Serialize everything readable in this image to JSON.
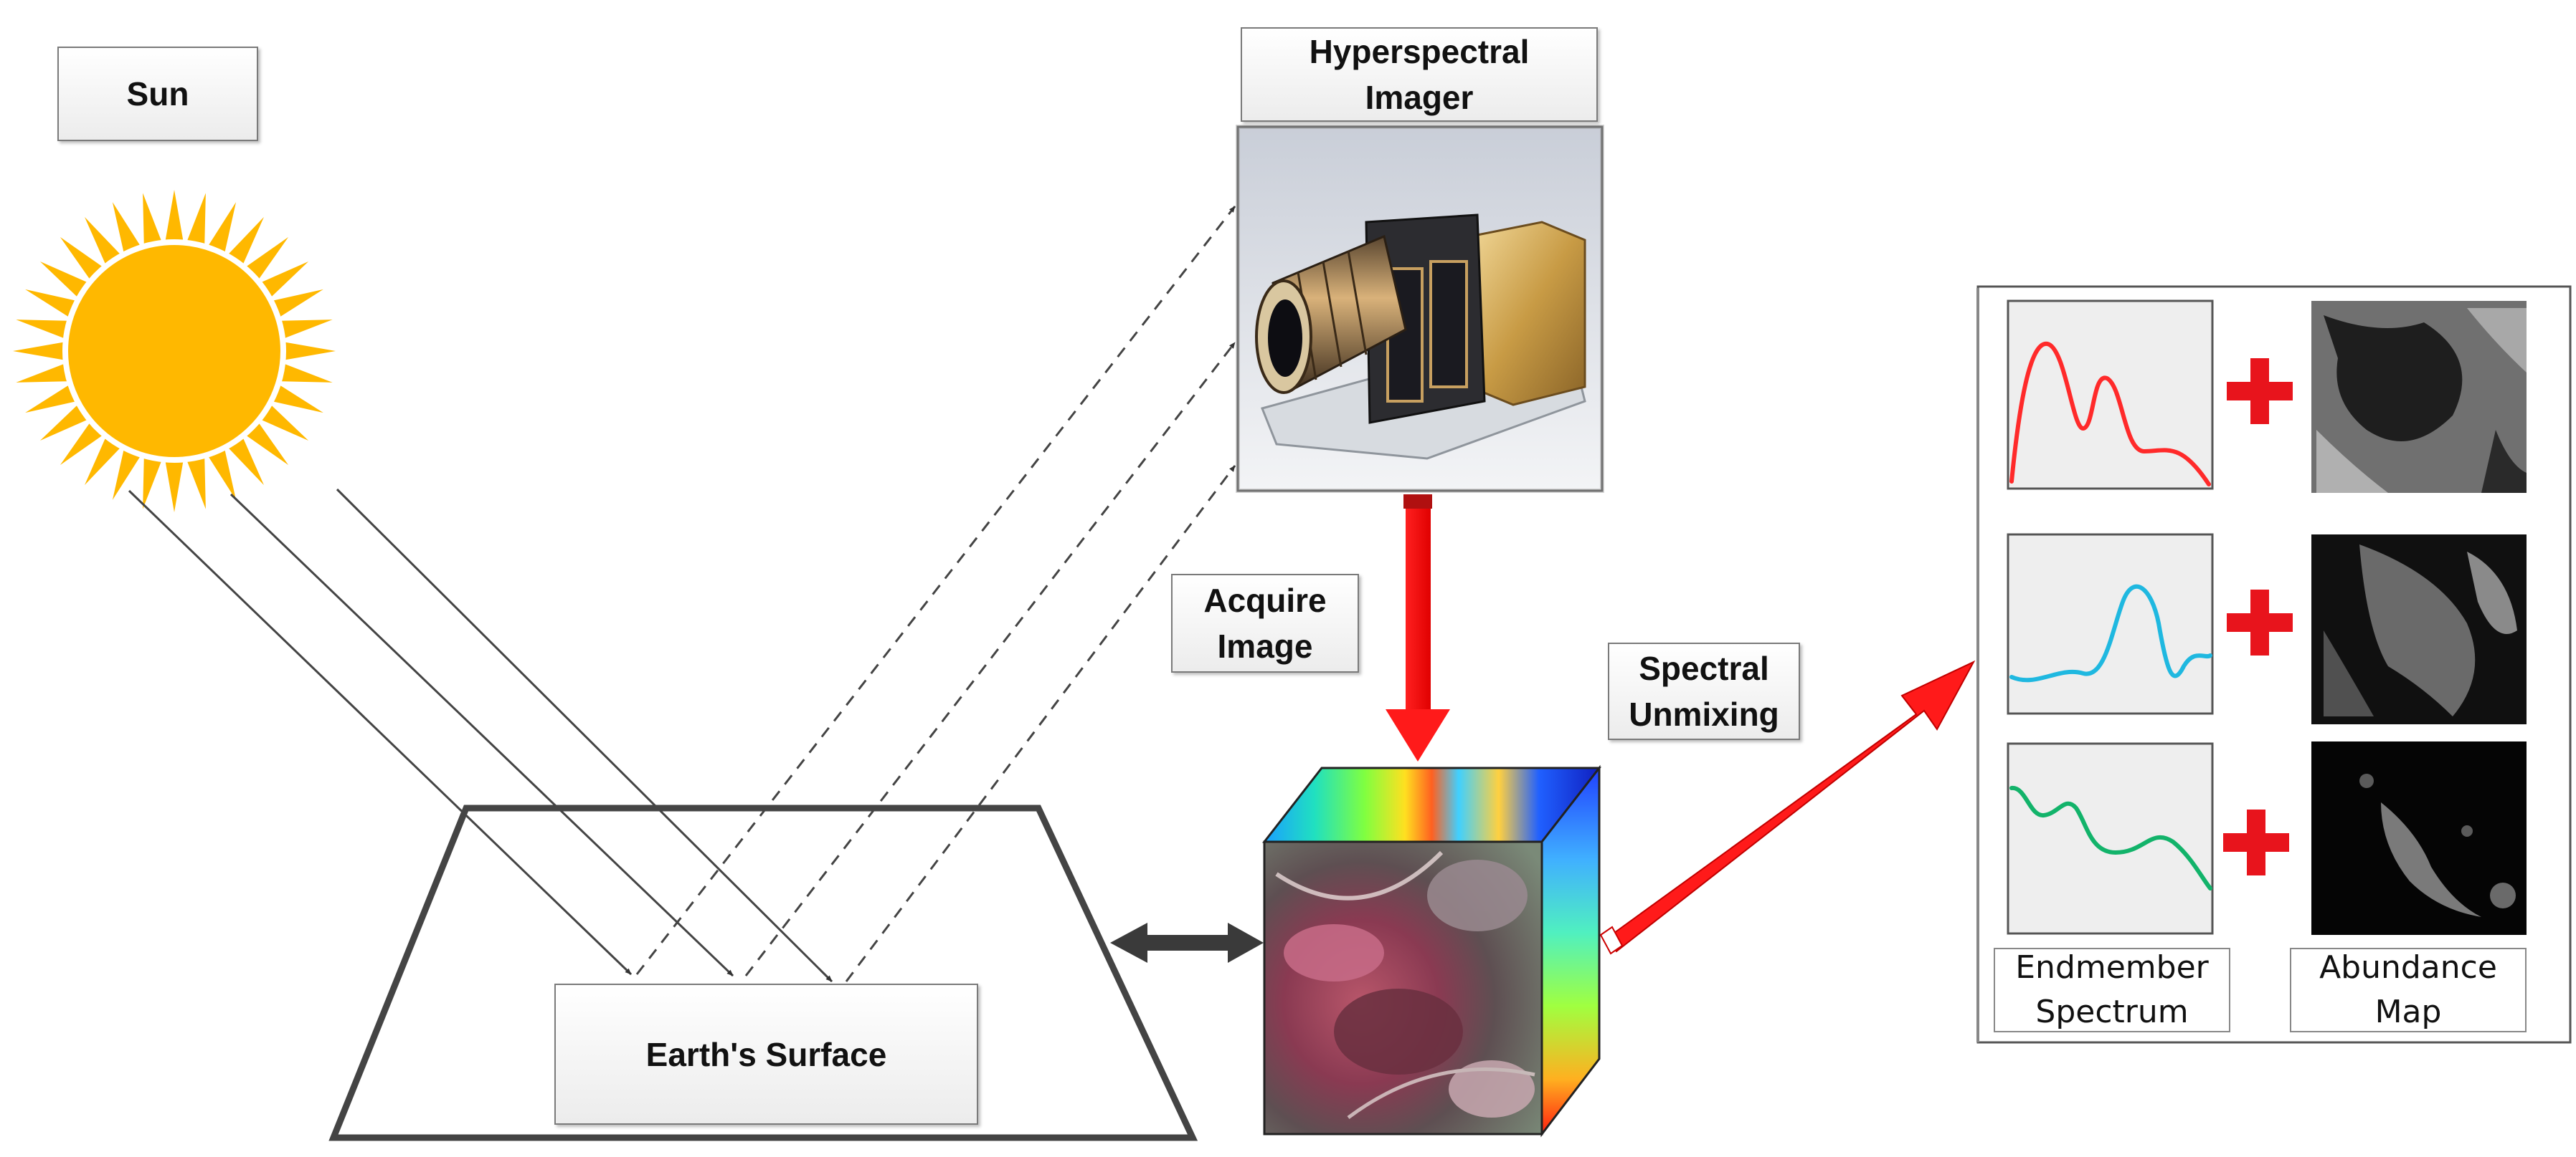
{
  "labels": {
    "sun": "Sun",
    "imager": "Hyperspectral\nImager",
    "acquire": "Acquire\nImage",
    "unmixing": "Spectral\nUnmixing",
    "surface": "Earth's Surface",
    "endmember": "Endmember\nSpectrum",
    "abundance": "Abundance\nMap"
  },
  "colors": {
    "sun": "#FFB800",
    "arrow_red": "#FF1A1A",
    "spectrum_1": "#FF2A2A",
    "spectrum_2": "#1FB8E0",
    "spectrum_3": "#12B36A",
    "plus": "#E8141C"
  },
  "endmember_rows": [
    {
      "spectrum_color": "spectrum_1",
      "icon": "red-spectrum-curve"
    },
    {
      "spectrum_color": "spectrum_2",
      "icon": "blue-spectrum-curve"
    },
    {
      "spectrum_color": "spectrum_3",
      "icon": "green-spectrum-curve"
    }
  ]
}
